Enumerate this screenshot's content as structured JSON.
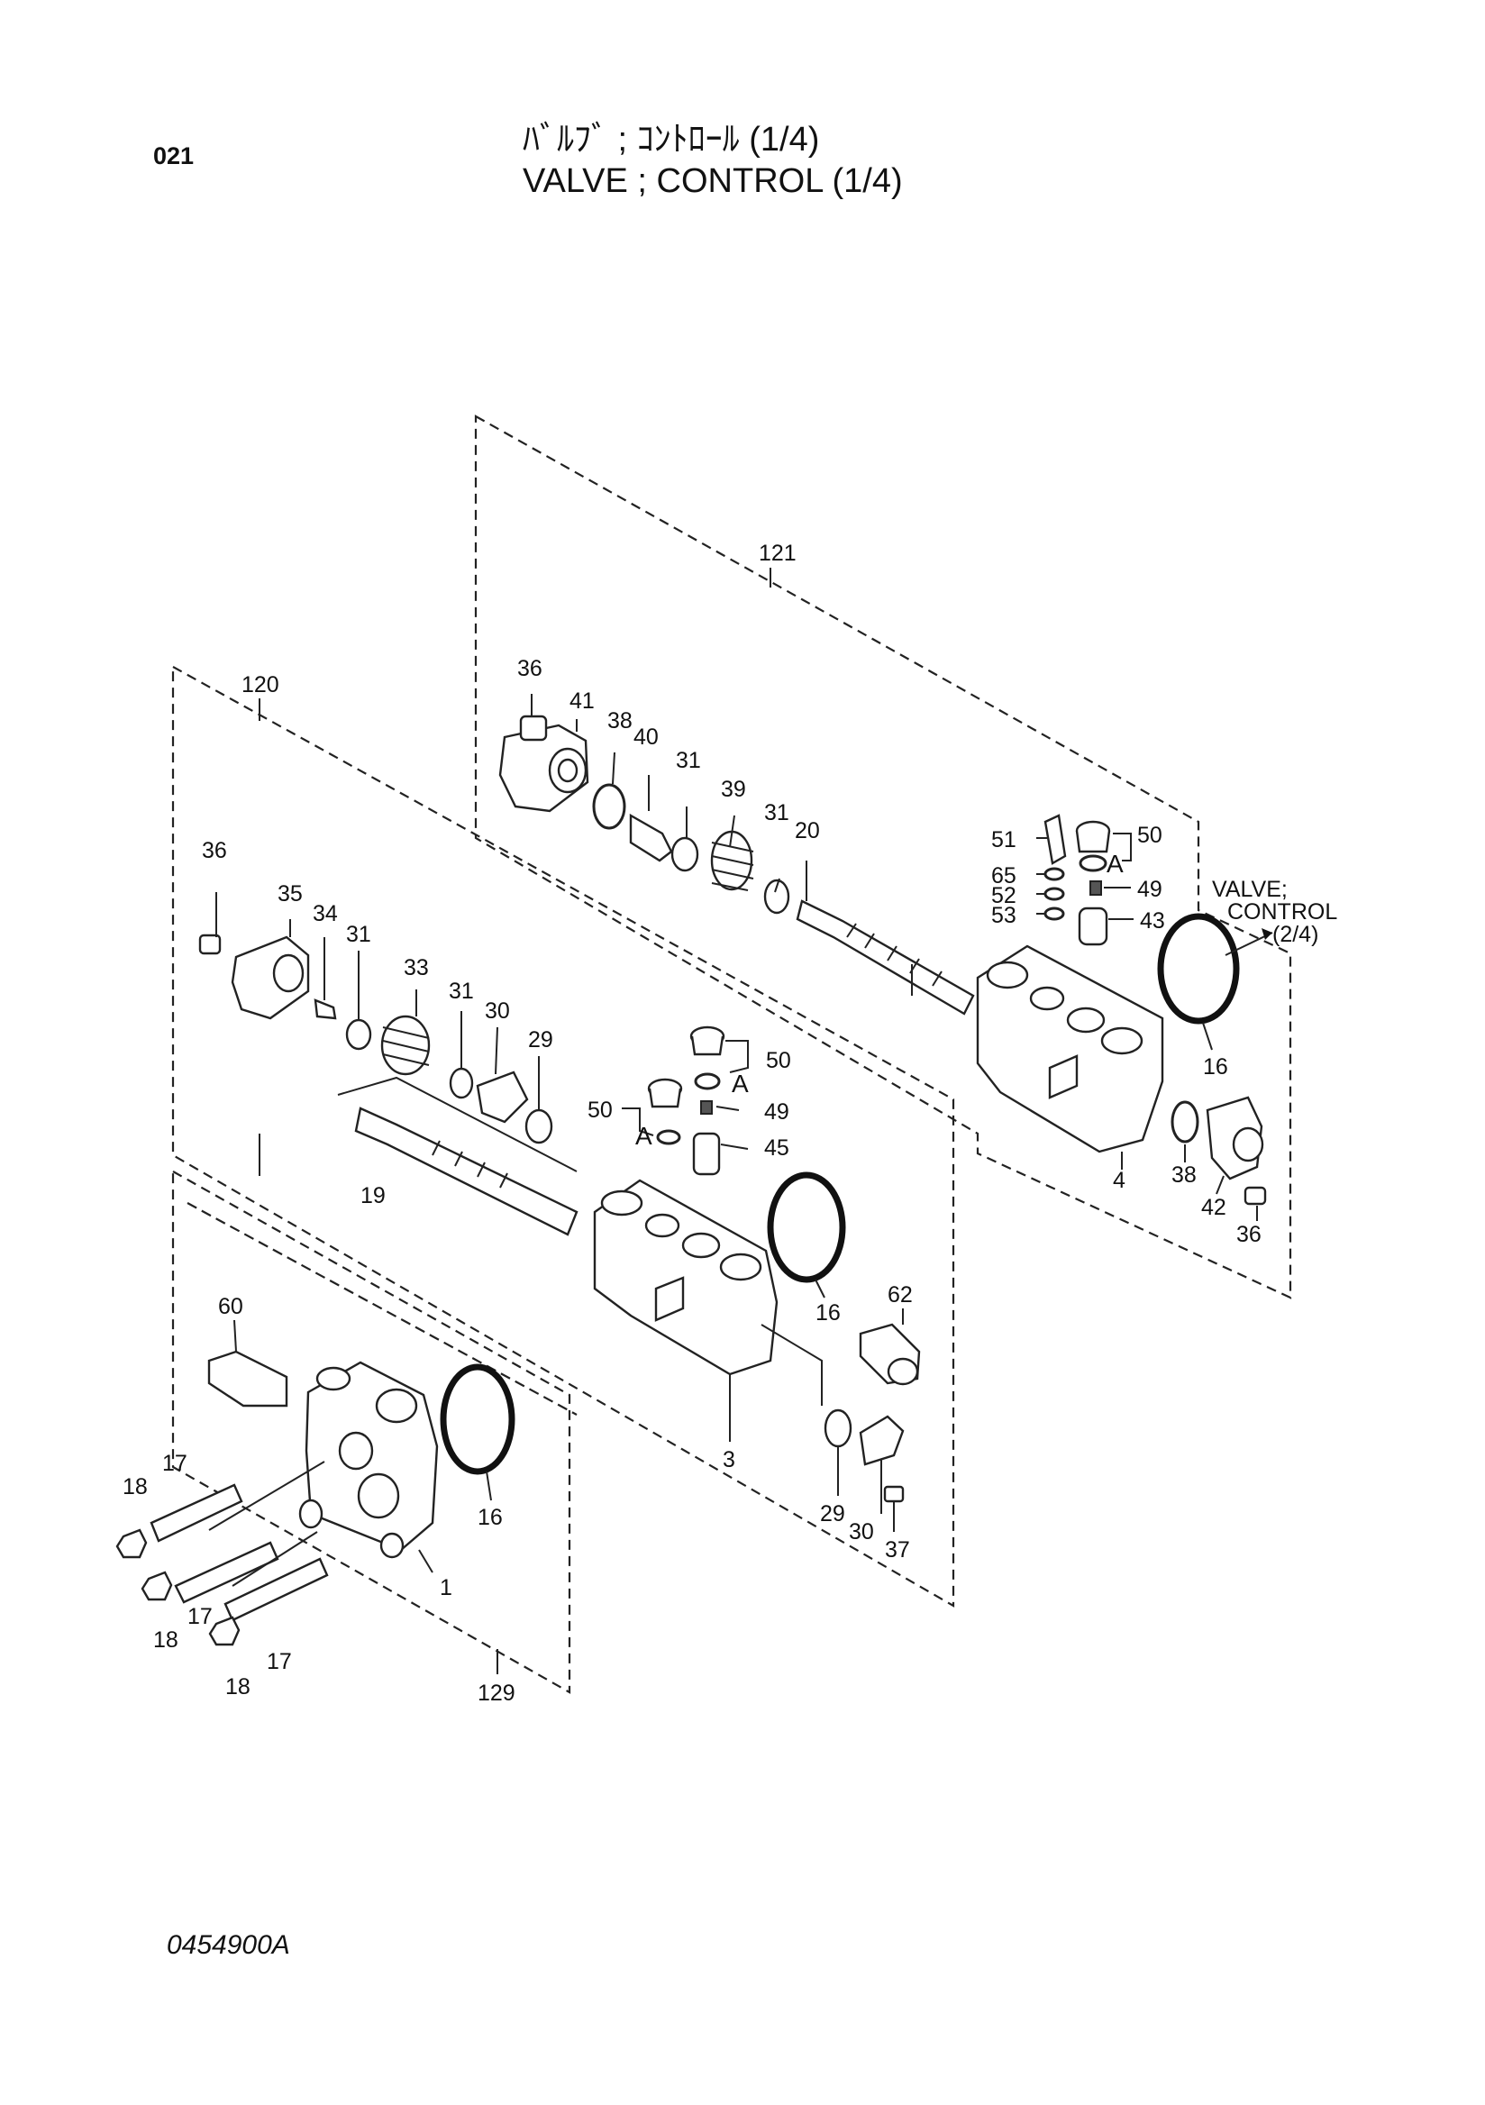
{
  "header": {
    "page_number": "021",
    "title_jp": "ﾊﾞﾙﾌﾞ ; ｺﾝﾄﾛｰﾙ (1/4)",
    "title_en": "VALVE ; CONTROL (1/4)"
  },
  "footer": {
    "drawing_number": "0454900A"
  },
  "reference_note": {
    "line1": "VALVE;",
    "line2": "CONTROL",
    "line3": "(2/4)"
  },
  "detail_marker": "A",
  "group_labels": {
    "g121": "121",
    "g120": "120",
    "g129": "129"
  },
  "part_labels": {
    "p36a": "36",
    "p41": "41",
    "p38a": "38",
    "p40": "40",
    "p31a": "31",
    "p39": "39",
    "p31b": "31",
    "p20": "20",
    "p51": "51",
    "p65": "65",
    "p52": "52",
    "p53": "53",
    "p50a": "50",
    "p49a": "49",
    "p43": "43",
    "p16a": "16",
    "p4": "4",
    "p38b": "38",
    "p42": "42",
    "p36b": "36",
    "p36c": "36",
    "p35": "35",
    "p34": "34",
    "p31c": "31",
    "p33": "33",
    "p31d": "31",
    "p30a": "30",
    "p29a": "29",
    "p19": "19",
    "p50b": "50",
    "p50c": "50",
    "p49b": "49",
    "p45": "45",
    "p16b": "16",
    "p62": "62",
    "p3": "3",
    "p29b": "29",
    "p30b": "30",
    "p37": "37",
    "p60": "60",
    "p17a": "17",
    "p18a": "18",
    "p17b": "17",
    "p18b": "18",
    "p17c": "17",
    "p18c": "18",
    "p16c": "16",
    "p1": "1"
  }
}
